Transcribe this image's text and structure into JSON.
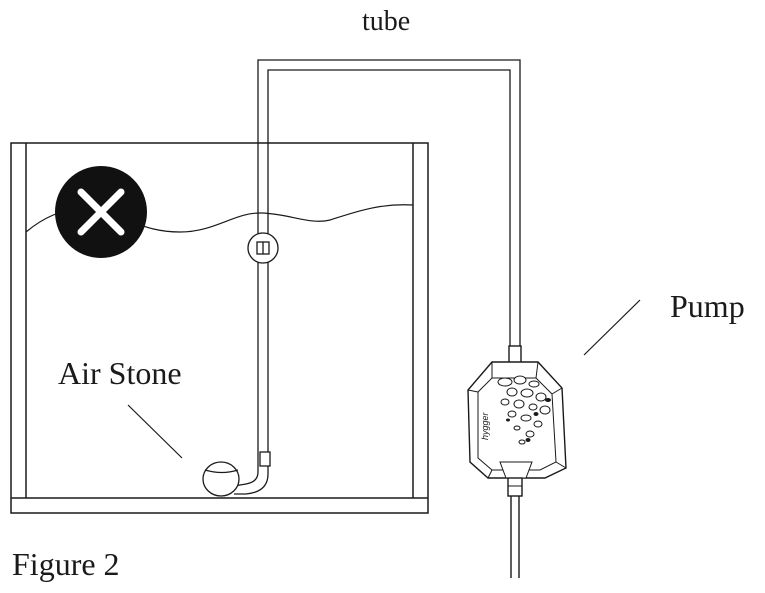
{
  "labels": {
    "tube": "tube",
    "pump": "Pump",
    "air_stone": "Air Stone",
    "figure": "Figure 2"
  },
  "pump_brand": "hygger",
  "icons": {
    "prohibited": "x-circle-icon"
  },
  "colors": {
    "line": "#1a1a1a",
    "background": "#ffffff",
    "badge": "#111111"
  }
}
